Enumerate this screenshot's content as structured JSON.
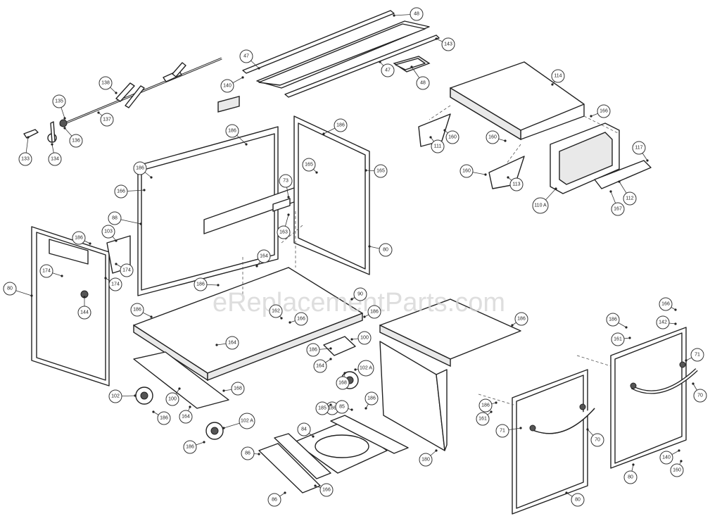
{
  "watermark": "eReplacementParts.com",
  "callouts": [
    {
      "label": "48"
    },
    {
      "label": "143"
    },
    {
      "label": "47"
    },
    {
      "label": "47"
    },
    {
      "label": "140"
    },
    {
      "label": "48"
    },
    {
      "label": "138"
    },
    {
      "label": "135"
    },
    {
      "label": "137"
    },
    {
      "label": "136"
    },
    {
      "label": "133"
    },
    {
      "label": "134"
    },
    {
      "label": "114"
    },
    {
      "label": "166"
    },
    {
      "label": "111"
    },
    {
      "label": "160"
    },
    {
      "label": "160"
    },
    {
      "label": "160"
    },
    {
      "label": "113"
    },
    {
      "label": "117"
    },
    {
      "label": "110 A"
    },
    {
      "label": "112"
    },
    {
      "label": "167"
    },
    {
      "label": "186"
    },
    {
      "label": "186"
    },
    {
      "label": "186"
    },
    {
      "label": "166"
    },
    {
      "label": "165"
    },
    {
      "label": "165"
    },
    {
      "label": "73"
    },
    {
      "label": "88"
    },
    {
      "label": "103"
    },
    {
      "label": "186"
    },
    {
      "label": "174"
    },
    {
      "label": "174"
    },
    {
      "label": "174"
    },
    {
      "label": "80"
    },
    {
      "label": "144"
    },
    {
      "label": "163"
    },
    {
      "label": "164"
    },
    {
      "label": "186"
    },
    {
      "label": "80"
    },
    {
      "label": "90"
    },
    {
      "label": "186"
    },
    {
      "label": "162"
    },
    {
      "label": "166"
    },
    {
      "label": "164"
    },
    {
      "label": "186"
    },
    {
      "label": "186"
    },
    {
      "label": "100"
    },
    {
      "label": "186"
    },
    {
      "label": "168"
    },
    {
      "label": "164"
    },
    {
      "label": "102 A"
    },
    {
      "label": "102"
    },
    {
      "label": "186"
    },
    {
      "label": "100"
    },
    {
      "label": "164"
    },
    {
      "label": "168"
    },
    {
      "label": "102 A"
    },
    {
      "label": "186"
    },
    {
      "label": "186"
    },
    {
      "label": "185"
    },
    {
      "label": "85"
    },
    {
      "label": "186"
    },
    {
      "label": "84"
    },
    {
      "label": "86"
    },
    {
      "label": "166"
    },
    {
      "label": "86"
    },
    {
      "label": "180"
    },
    {
      "label": "186"
    },
    {
      "label": "161"
    },
    {
      "label": "71"
    },
    {
      "label": "70"
    },
    {
      "label": "80"
    },
    {
      "label": "166"
    },
    {
      "label": "186"
    },
    {
      "label": "142"
    },
    {
      "label": "161"
    },
    {
      "label": "71"
    },
    {
      "label": "70"
    },
    {
      "label": "80"
    },
    {
      "label": "140"
    },
    {
      "label": "160"
    }
  ]
}
